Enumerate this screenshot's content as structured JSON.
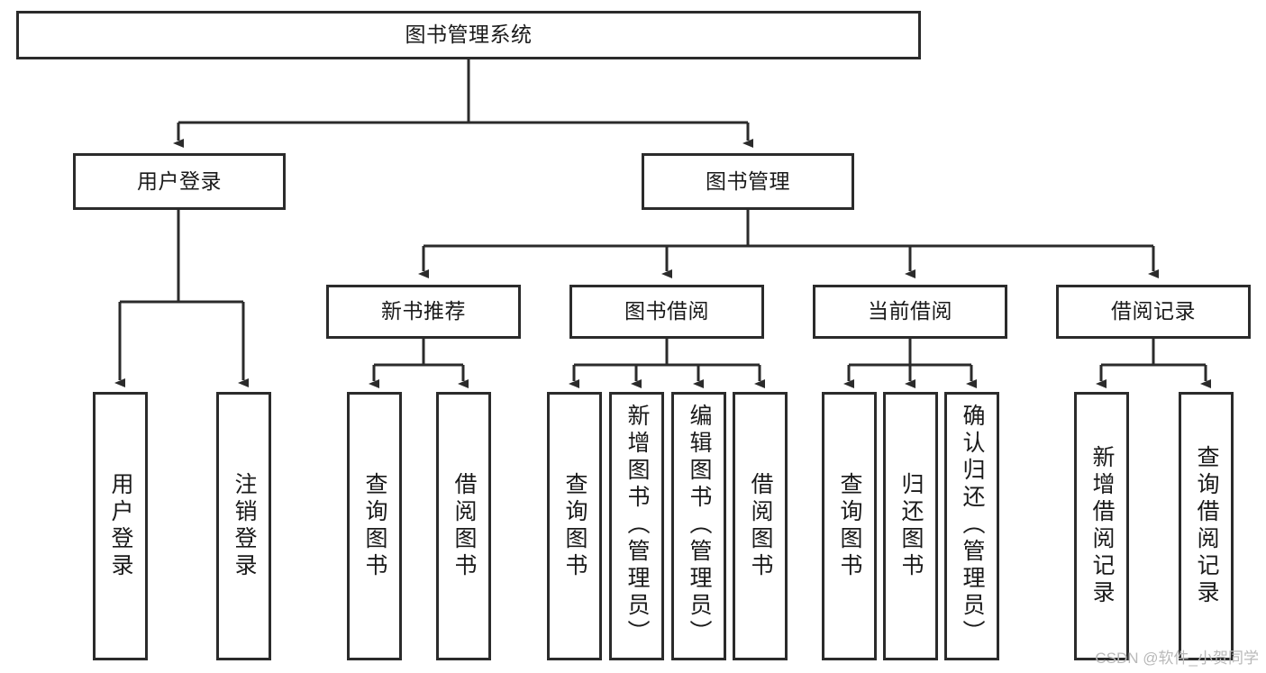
{
  "diagram": {
    "title": "图书管理系统",
    "type": "tree-hierarchy-diagram",
    "colors": {
      "stroke": "#2b2b2b",
      "background": "#ffffff",
      "text": "#1a1a1a",
      "watermark": "#b9b9b9"
    },
    "root": {
      "label": "图书管理系统"
    },
    "level2": [
      {
        "label": "用户登录"
      },
      {
        "label": "图书管理"
      }
    ],
    "level3": [
      {
        "label": "新书推荐"
      },
      {
        "label": "图书借阅"
      },
      {
        "label": "当前借阅"
      },
      {
        "label": "借阅记录"
      }
    ],
    "leaves": {
      "user_login": [
        {
          "label": "用户登录"
        },
        {
          "label": "注销登录"
        }
      ],
      "new_book_recommend": [
        {
          "label": "查询图书"
        },
        {
          "label": "借阅图书"
        }
      ],
      "book_borrow": [
        {
          "label": "查询图书"
        },
        {
          "label": "新增图书（管理员）"
        },
        {
          "label": "编辑图书（管理员）"
        },
        {
          "label": "借阅图书"
        }
      ],
      "current_borrow": [
        {
          "label": "查询图书"
        },
        {
          "label": "归还图书"
        },
        {
          "label": "确认归还（管理员）"
        }
      ],
      "borrow_record": [
        {
          "label": "新增借阅记录"
        },
        {
          "label": "查询借阅记录"
        }
      ]
    },
    "watermark": "CSDN @软件_小贺同学"
  }
}
